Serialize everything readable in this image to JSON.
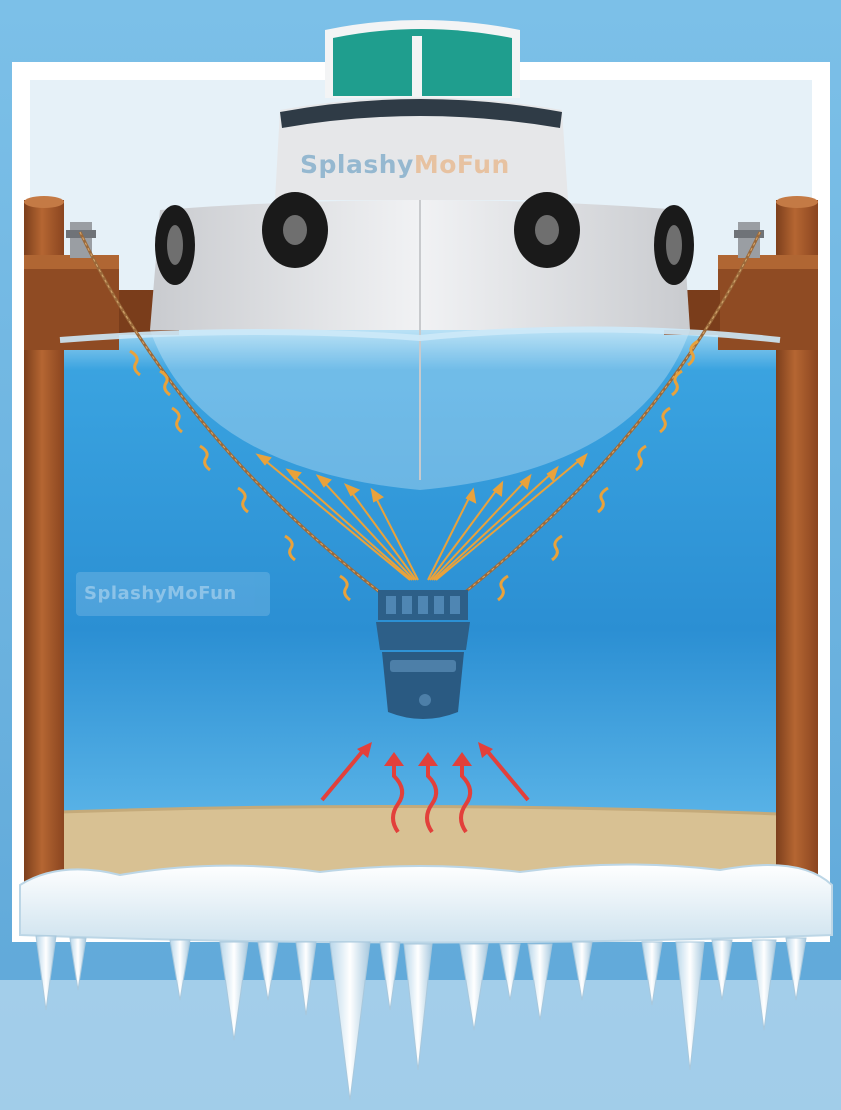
{
  "diagram": {
    "type": "illustration",
    "subject": "Ice-free dock de-icer warming water around a moored boat",
    "colors": {
      "water": "#2f9ad8",
      "sand": "#d8c193",
      "wood": "#a45a2c",
      "ice": "#eaf4fa",
      "boat_hull": "#e9eaec",
      "cabin_window": "#1f9e8e",
      "fender": "#1a1a1a",
      "warm_arrow": "#e9a23b",
      "heat_arrow": "#e2403b"
    },
    "icons": [
      "boat",
      "dock-piling",
      "rope",
      "de-icer",
      "heat-arrow",
      "icicle"
    ]
  },
  "watermarks": {
    "boat_part1": "Splashy",
    "boat_part2": "MoFun",
    "water_part1": "Splashy",
    "water_part2": "MoFun"
  }
}
